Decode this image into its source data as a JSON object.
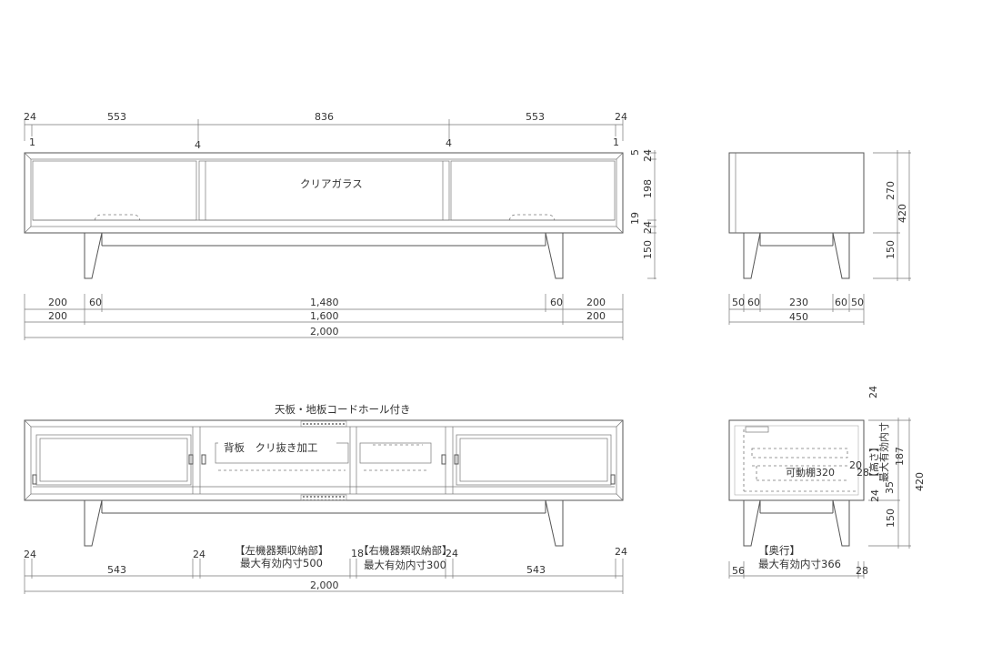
{
  "front_view": {
    "top_dims": {
      "d1": "24",
      "d2": "553",
      "d3": "836",
      "d4": "553",
      "d5": "24",
      "s1": "1",
      "s2": "4",
      "s3": "4",
      "s4": "1"
    },
    "glass_label": "クリアガラス",
    "side_dims": {
      "a": "5",
      "b": "24",
      "c": "198",
      "d": "19",
      "e": "24",
      "f": "150"
    },
    "bottom_dims": {
      "r1": {
        "a": "200",
        "b": "60",
        "c": "1,480",
        "d": "60",
        "e": "200"
      },
      "r2": {
        "a": "200",
        "b": "1,600",
        "c": "200"
      },
      "r3": "2,000"
    }
  },
  "side_view": {
    "dims": {
      "h1": "270",
      "h2": "420",
      "h3": "150"
    },
    "bottom_dims": {
      "a": "50",
      "b": "60",
      "c": "230",
      "d": "60",
      "e": "50",
      "total": "450"
    }
  },
  "inner_front": {
    "top_label": "天板・地板コードホール付き",
    "back_label": "背板　クリ抜き加工",
    "left_storage": {
      "title": "【左機器類収納部】",
      "value": "最大有効内寸500"
    },
    "right_storage": {
      "title": "【右機器類収納部】",
      "value": "最大有効内寸300"
    },
    "dims": {
      "a": "24",
      "b": "543",
      "c": "24",
      "d": "18",
      "e": "24",
      "f": "543",
      "g": "24",
      "total": "2,000"
    }
  },
  "inner_side": {
    "top_dim": "24",
    "height_title": "【高さ】",
    "height_value": "最大有効内寸",
    "h1": "187",
    "h2": "420",
    "n20": "20",
    "n28": "28",
    "n35": "35",
    "n24": "24",
    "n150": "150",
    "shelf_label": "可動棚320",
    "depth_title": "【奥行】",
    "depth_value": "最大有効内寸366",
    "d_left": "56",
    "d_right": "28"
  }
}
